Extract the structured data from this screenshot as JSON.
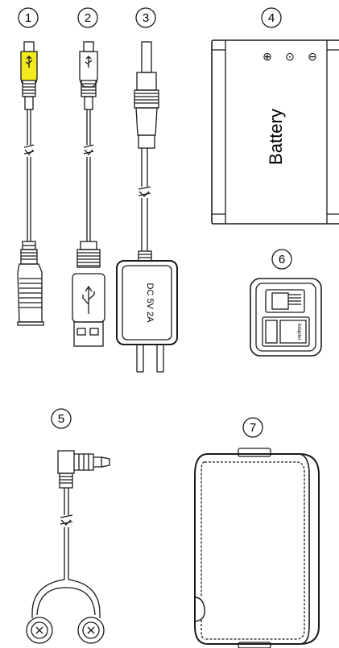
{
  "items": [
    {
      "number": "1",
      "icon": "usb-trident-icon"
    },
    {
      "number": "2",
      "icon": "usb-trident-icon"
    },
    {
      "number": "3"
    },
    {
      "number": "4",
      "text": "Battery",
      "polarity": [
        "⊕",
        "⊙",
        "⊖"
      ]
    },
    {
      "number": "5"
    },
    {
      "number": "6",
      "text": "Adapter"
    },
    {
      "number": "7"
    }
  ],
  "adapter_label": "DC 5V 2A",
  "colors": {
    "usb_cable_highlight": "#f2ea1e",
    "line": "#1a1a1a"
  }
}
